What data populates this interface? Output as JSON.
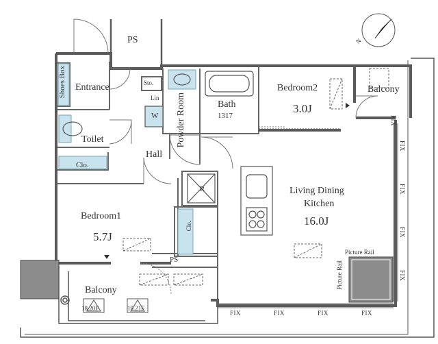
{
  "rooms": {
    "ps_top": "PS",
    "shoes_box": "Shoes Box",
    "entrance": "Entrance",
    "sto": "Sto.",
    "lin": "Lin",
    "w": "W",
    "powder_room": "Powder Room",
    "bath": "Bath",
    "bath_size": "1317",
    "bedroom2": "Bedroom2",
    "bedroom2_area": "3.0J",
    "balcony_right": "Balcony",
    "toilet": "Toilet",
    "clo_left": "Clo.",
    "hall": "Hall",
    "r": "R",
    "ldk_line1": "Living Dining",
    "ldk_line2": "Kitchen",
    "ldk_area": "16.0J",
    "bedroom1": "Bedroom1",
    "bedroom1_area": "5.7J",
    "clo_mid": "Clo.",
    "ps_bottom": "PS",
    "balcony_bottom": "Balcony",
    "picture_rail_h": "Picture Rail",
    "picture_rail_v": "Picture Rail",
    "floor_mark_1": "18.20F",
    "floor_mark_2": "19.21F"
  },
  "fix_labels": {
    "right": [
      "FIX",
      "FIX",
      "FIX",
      "FIX",
      "FIX"
    ],
    "bottom": [
      "FIX",
      "FIX",
      "FIX",
      "FIX"
    ]
  },
  "compass": {
    "label": "N",
    "icon": "north-arrow-icon"
  },
  "colors": {
    "wall": "#5a5a5a",
    "line": "#666666",
    "fixture_blue": "#c9e3ee",
    "column": "#8c8c8c"
  }
}
